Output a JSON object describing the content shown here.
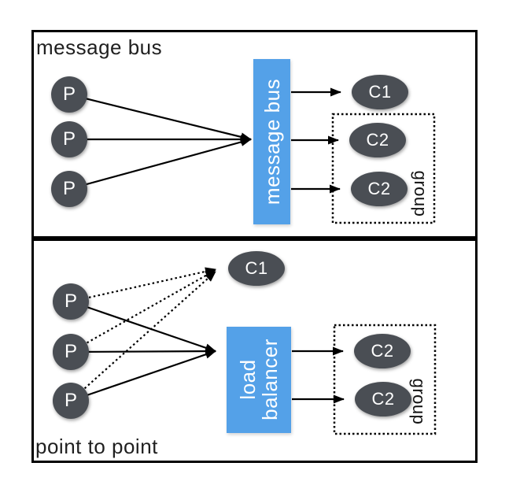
{
  "top_panel": {
    "title": "message bus",
    "producers": [
      "P",
      "P",
      "P"
    ],
    "bus_label": "message bus",
    "consumer": "C1",
    "group": {
      "label": "group",
      "consumers": [
        "C2",
        "C2"
      ]
    }
  },
  "bottom_panel": {
    "title": "point to point",
    "producers": [
      "P",
      "P",
      "P"
    ],
    "consumer": "C1",
    "balancer_label": [
      "load",
      "balancer"
    ],
    "group": {
      "label": "group",
      "consumers": [
        "C2",
        "C2"
      ]
    }
  },
  "colors": {
    "node_fill": "#4a4e54",
    "bus_fill": "#54a1e8",
    "line": "#000000",
    "background": "#ffffff"
  }
}
